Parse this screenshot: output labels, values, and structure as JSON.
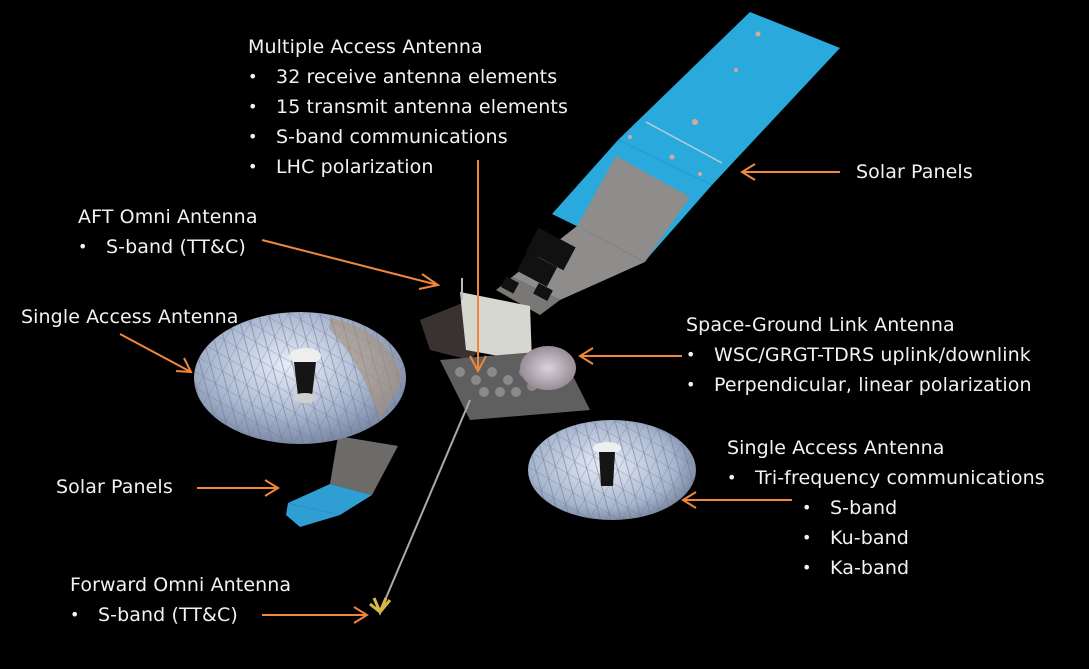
{
  "figure": {
    "subject": "TDRS satellite with labeled components",
    "background": "#000000",
    "accent_color": "#f0873a",
    "text_color": "#f2f2f2"
  },
  "labels": {
    "multiple_access": {
      "title": "Multiple Access Antenna",
      "bullets": [
        "32 receive antenna elements",
        "15 transmit antenna elements",
        "S-band communications",
        "LHC polarization"
      ]
    },
    "aft_omni": {
      "title": "AFT Omni Antenna",
      "bullets": [
        "S-band (TT&C)"
      ]
    },
    "single_access_left": {
      "title": "Single Access Antenna"
    },
    "solar_panels_right": {
      "title": "Solar Panels"
    },
    "space_ground_link": {
      "title": "Space-Ground Link Antenna",
      "bullets": [
        "WSC/GRGT-TDRS uplink/downlink",
        "Perpendicular, linear polarization"
      ]
    },
    "single_access_right": {
      "title": "Single Access Antenna",
      "bullets": [
        "Tri-frequency communications"
      ],
      "sub_bullets": [
        "S-band",
        "Ku-band",
        "Ka-band"
      ]
    },
    "solar_panels_left": {
      "title": "Solar Panels"
    },
    "forward_omni": {
      "title": "Forward Omni Antenna",
      "bullets": [
        "S-band (TT&C)"
      ]
    }
  }
}
